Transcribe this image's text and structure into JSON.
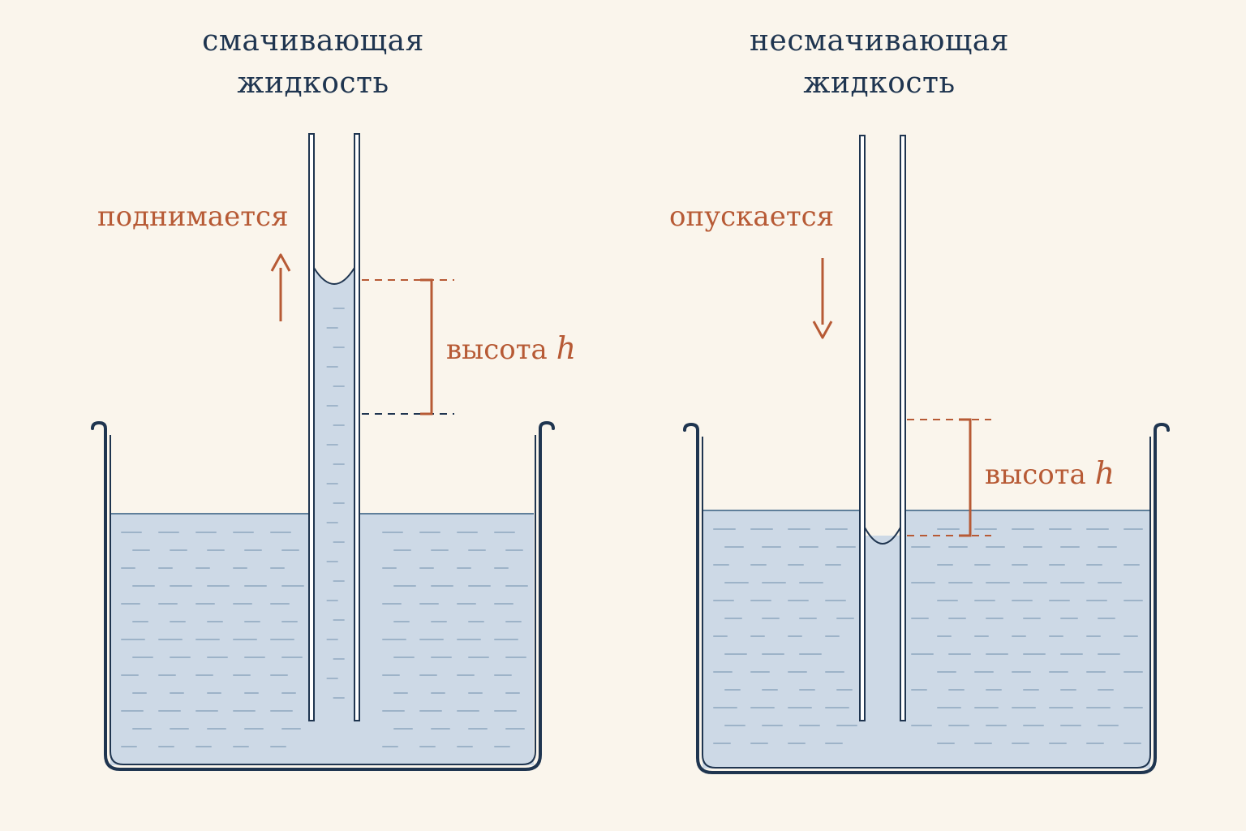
{
  "left_panel": {
    "title_line1": "смачивающая",
    "title_line2": "жидкость",
    "direction_label": "поднимается",
    "height_label": "высота",
    "height_symbol": "h"
  },
  "right_panel": {
    "title_line1": "несмачивающая",
    "title_line2": "жидкость",
    "direction_label": "опускается",
    "height_label": "высота",
    "height_symbol": "h"
  },
  "colors": {
    "background": "#faf5ec",
    "outline": "#1f3550",
    "liquid": "#cdd9e6",
    "liquid_line": "#5f7f9a",
    "accent": "#b75a35"
  }
}
